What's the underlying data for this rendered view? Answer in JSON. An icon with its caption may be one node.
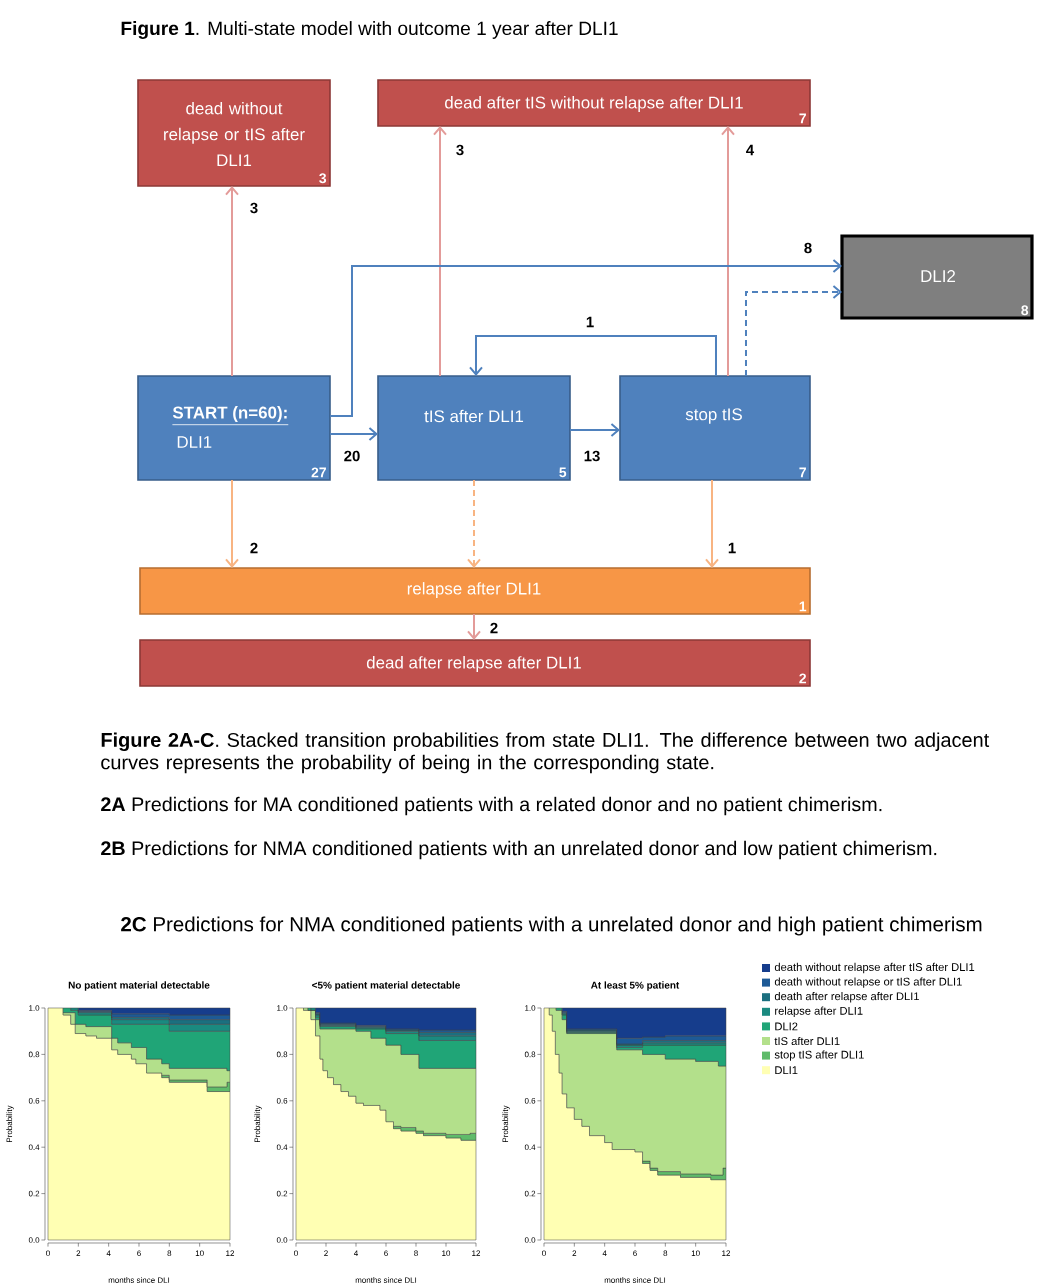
{
  "diagram": {
    "title": "**Figure 1**. Multi-state model with outcome 1 year after DLI1",
    "nodes": [
      {
        "text": [
          "dead without relapse or tIS after DLI1",
          "3"
        ]
      },
      {
        "text": [
          "dead after tIS without relapse after DLI1",
          "7"
        ]
      },
      {
        "text": [
          "DLI2",
          "8"
        ]
      },
      {
        "text": [
          "START (n=60):",
          "DLI1",
          "27"
        ]
      },
      {
        "text": [
          "tIS after DLI1",
          "5"
        ]
      },
      {
        "text": [
          "stop tIS",
          "7"
        ]
      },
      {
        "text": [
          "relapse after DLI1",
          "1"
        ]
      },
      {
        "text": [
          "dead after relapse after DLI1",
          "2"
        ]
      }
    ],
    "edges": [
      {
        "from": 3,
        "to": 0,
        "arrow": "to",
        "label": "3",
        "color": "#e39b99"
      },
      {
        "from": 4,
        "to": 1,
        "arrow": "to",
        "label": "3",
        "color": "#e39b99"
      },
      {
        "from": 5,
        "to": 1,
        "arrow": "to",
        "label": "4",
        "color": "#e39b99"
      },
      {
        "from": 3,
        "to": 2,
        "arrow": "to",
        "label": "8"
      },
      {
        "from": 5,
        "to": 2,
        "arrow": "to",
        "style": "dashed"
      },
      {
        "from": 5,
        "to": 4,
        "arrow": "to",
        "label": "1"
      },
      {
        "from": 3,
        "to": 4,
        "arrow": "to",
        "label": "20"
      },
      {
        "from": 4,
        "to": 5,
        "arrow": "to",
        "label": "13"
      },
      {
        "from": 3,
        "to": 6,
        "arrow": "to",
        "label": "2",
        "color": "#f8b482"
      },
      {
        "from": 4,
        "to": 6,
        "arrow": "to",
        "style": "dashed",
        "color": "#f8b482"
      },
      {
        "from": 5,
        "to": 6,
        "arrow": "to",
        "label": "1",
        "color": "#f8b482"
      },
      {
        "from": 6,
        "to": 7,
        "arrow": "to",
        "label": "2",
        "color": "#e39b99"
      }
    ],
    "labels": [
      "**Figure 2A-C**. Stacked transition probabilities from state DLI1. The difference between two adjacent curves represents the probability of being in the corresponding state.",
      "**2A** Predictions for MA conditioned patients with a related donor and no patient chimerism.",
      "**2B** Predictions for NMA conditioned patients with an unrelated donor and low patient chimerism.",
      "**2C** Predictions for NMA conditioned patients with a unrelated donor and high patient chimerism",
      "No patient material detectable",
      "1.0",
      "0.8",
      "0.6",
      "0.4",
      "0.2",
      "0.0",
      "Probability",
      "0",
      "2",
      "4",
      "6",
      "8",
      "10",
      "12",
      "months since DLI",
      "<5% patient material detectable",
      "1.0",
      "0.8",
      "0.6",
      "0.4",
      "0.2",
      "0.0",
      "Probability",
      "0",
      "2",
      "4",
      "6",
      "8",
      "10",
      "12",
      "months since DLI",
      "At least 5% patient",
      "1.0",
      "0.8",
      "0.6",
      "0.4",
      "0.2",
      "0.0",
      "Probability",
      "0",
      "2",
      "4",
      "6",
      "8",
      "10",
      "12",
      "months since DLI"
    ],
    "legend": [
      {
        "text": "death without relapse after tIS after DLI1",
        "color": "#163d8c"
      },
      {
        "text": "death without relapse or tIS after DLI1",
        "color": "#1d5a96"
      },
      {
        "text": "death after relapse after DLI1",
        "color": "#1b6f7f"
      },
      {
        "text": "relapse after DLI1",
        "color": "#1a8a80"
      },
      {
        "text": "DLI2",
        "color": "#20a577"
      },
      {
        "text": "tIS after DLI1",
        "color": "#b3e08b"
      },
      {
        "text": "stop tIS after DLI1",
        "color": "#5fbb6a"
      },
      {
        "text": "DLI1",
        "color": "#ffffb3"
      }
    ]
  }
}
